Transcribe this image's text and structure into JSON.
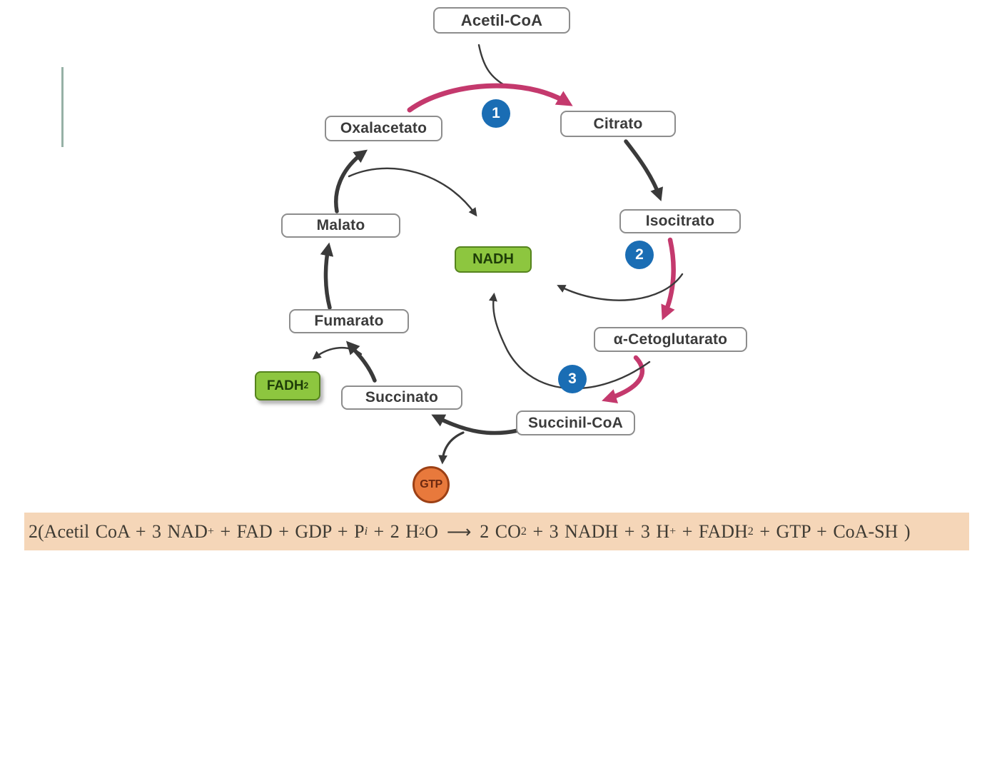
{
  "palette": {
    "pink_arrow": "#c4396d",
    "blue_badge": "#1a6db4",
    "green_fill": "#8dc63f",
    "green_border": "#55831d",
    "orange_fill": "#e8793c",
    "box_border": "#8d8d8d",
    "equation_bg": "#f5d6b8",
    "arrow_black": "#3a3a3a"
  },
  "cycle": {
    "nodes": {
      "acetil_coa": "Acetil-CoA",
      "oxalacetato": "Oxalacetato",
      "citrato": "Citrato",
      "isocitrato": "Isocitrato",
      "cetoglutarato": "α-Cetoglutarato",
      "succinil_coa": "Succinil-CoA",
      "succinato": "Succinato",
      "fumarato": "Fumarato",
      "malato": "Malato"
    },
    "cofactors": {
      "nadh": "NADH",
      "fadh_base": "FADH",
      "fadh_sub": "2",
      "gtp": "GTP"
    },
    "step_badges": {
      "one": "1",
      "two": "2",
      "three": "3"
    }
  },
  "equation": {
    "prefix": "2(",
    "lhs1": "Acetil CoA + 3 NAD",
    "sup1": "+",
    "lhs2": " + FAD + GDP + P",
    "sub_i": "i",
    "lhs3": " + 2 H",
    "sub1": "2",
    "lhs4": "O",
    "arrow": "⟶",
    "rhs1": "2 CO",
    "sub2": "2",
    "rhs2": " + 3 NADH + 3 H",
    "sup2": "+",
    "rhs3": " + FADH",
    "sub3": "2",
    "rhs4": " + GTP + CoA-SH",
    "close": " )"
  }
}
